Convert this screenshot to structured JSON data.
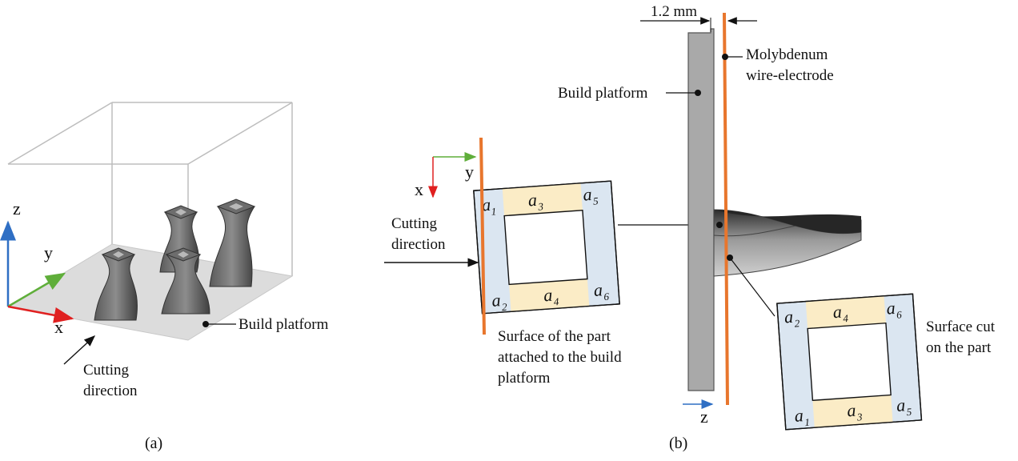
{
  "panel_a": {
    "caption": "(a)",
    "axis_z": "z",
    "axis_y": "y",
    "axis_x": "x",
    "build_platform": "Build platform",
    "cutting_line1": "Cutting",
    "cutting_line2": "direction"
  },
  "panel_b": {
    "caption": "(b)",
    "dimension": "1.2 mm",
    "wire_line1": "Molybdenum",
    "wire_line2": "wire-electrode",
    "build_platform": "Build platform",
    "cutting_line1": "Cutting",
    "cutting_line2": "direction",
    "axis_x": "x",
    "axis_y": "y",
    "axis_z": "z",
    "surface_attached_line1": "Surface of the part",
    "surface_attached_line2": "attached to the build",
    "surface_attached_line3": "platform",
    "surface_cut_line1": "Surface cut",
    "surface_cut_line2": "on the part",
    "left_square": {
      "a_top_left": "a",
      "a_top_left_sub": "1",
      "a_top_mid": "a",
      "a_top_mid_sub": "3",
      "a_top_right": "a",
      "a_top_right_sub": "5",
      "a_bot_left": "a",
      "a_bot_left_sub": "2",
      "a_bot_mid": "a",
      "a_bot_mid_sub": "4",
      "a_bot_right": "a",
      "a_bot_right_sub": "6"
    },
    "right_square": {
      "a_top_left": "a",
      "a_top_left_sub": "2",
      "a_top_mid": "a",
      "a_top_mid_sub": "4",
      "a_top_right": "a",
      "a_top_right_sub": "6",
      "a_bot_left": "a",
      "a_bot_left_sub": "1",
      "a_bot_mid": "a",
      "a_bot_mid_sub": "3",
      "a_bot_right": "a",
      "a_bot_right_sub": "5"
    }
  },
  "colors": {
    "wire": "#e8762d",
    "corner_fill": "#dbe6f1",
    "edge_fill": "#fbecc6",
    "platform_gray": "#a9a9a9",
    "axis_x": "#e02020",
    "axis_y": "#5fae3a",
    "axis_z": "#2f6fc4"
  }
}
